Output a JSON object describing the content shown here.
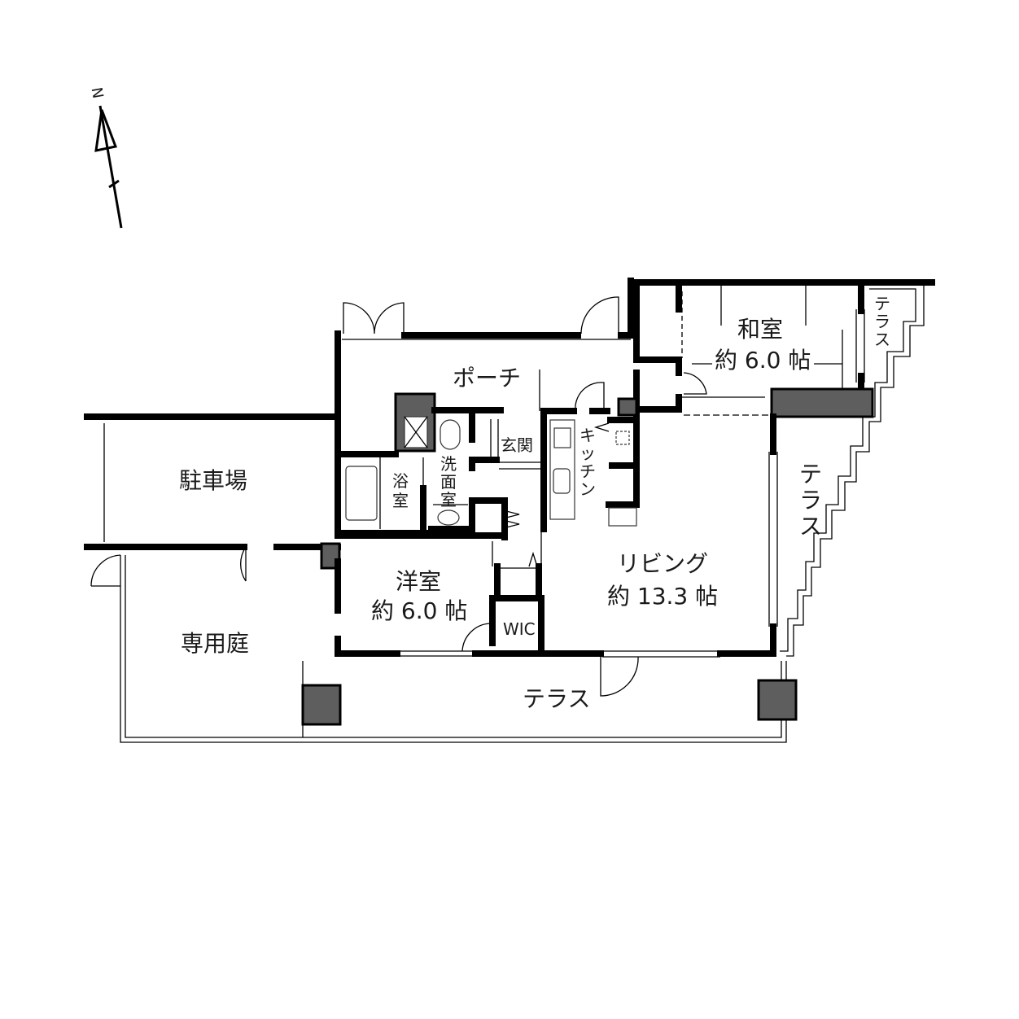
{
  "compass": {
    "north_label": "N"
  },
  "rooms": {
    "porch": "ポーチ",
    "entrance": "玄関",
    "bath": [
      "浴",
      "室"
    ],
    "washroom": [
      "洗",
      "面",
      "室"
    ],
    "kitchen": [
      "キ",
      "ッ",
      "チ",
      "ン"
    ],
    "japanese_room": {
      "name": "和室",
      "size": "約 6.0 帖"
    },
    "western_room": {
      "name": "洋室",
      "size": "約 6.0 帖"
    },
    "living": {
      "name": "リビング",
      "size": "約 13.3 帖"
    },
    "wic": "WIC",
    "parking": "駐車場",
    "private_garden": "専用庭",
    "terrace_south": "テラス",
    "terrace_east": [
      "テ",
      "ラ",
      "ス"
    ],
    "terrace_ne": [
      "テ",
      "ラ",
      "ス"
    ]
  },
  "colors": {
    "wall": "#5e5e5e",
    "line": "#000000"
  }
}
